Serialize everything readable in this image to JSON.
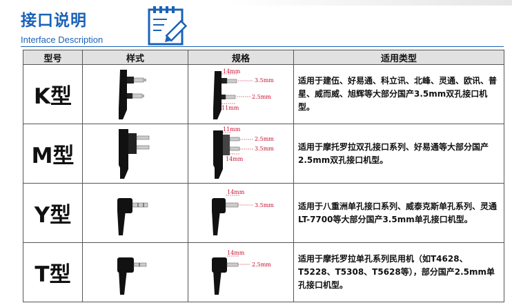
{
  "header": {
    "title_cn": "接口说明",
    "title_en": "Interface Description"
  },
  "table": {
    "columns": [
      "型号",
      "样式",
      "规格",
      "适用类型"
    ],
    "rows": [
      {
        "model": "K型",
        "spec_labels": [
          "14mm",
          "3.5mm",
          "2.5mm",
          "11mm"
        ],
        "description": "适用于建伍、好易通、科立讯、北峰、灵通、欧讯、普星、威而威、旭辉等大部分国产3.5mm双孔接口机型。"
      },
      {
        "model": "M型",
        "spec_labels": [
          "11mm",
          "2.5mm",
          "3.5mm",
          "14mm"
        ],
        "description": "适用于摩托罗拉双孔接口系列、好易通等大部分国产2.5mm双孔接口机型。"
      },
      {
        "model": "Y型",
        "spec_labels": [
          "14mm",
          "3.5mm"
        ],
        "description": "适用于八重洲单孔接口系列、威泰克斯单孔系列、灵通LT-7700等大部分国产3.5mm单孔接口机型。"
      },
      {
        "model": "T型",
        "spec_labels": [
          "14mm",
          "2.5mm"
        ],
        "description": "适用于摩托罗拉单孔系列民用机（如T4628、T5228、T5308、T5628等），部分国产2.5mm单孔接口机型。"
      }
    ]
  }
}
